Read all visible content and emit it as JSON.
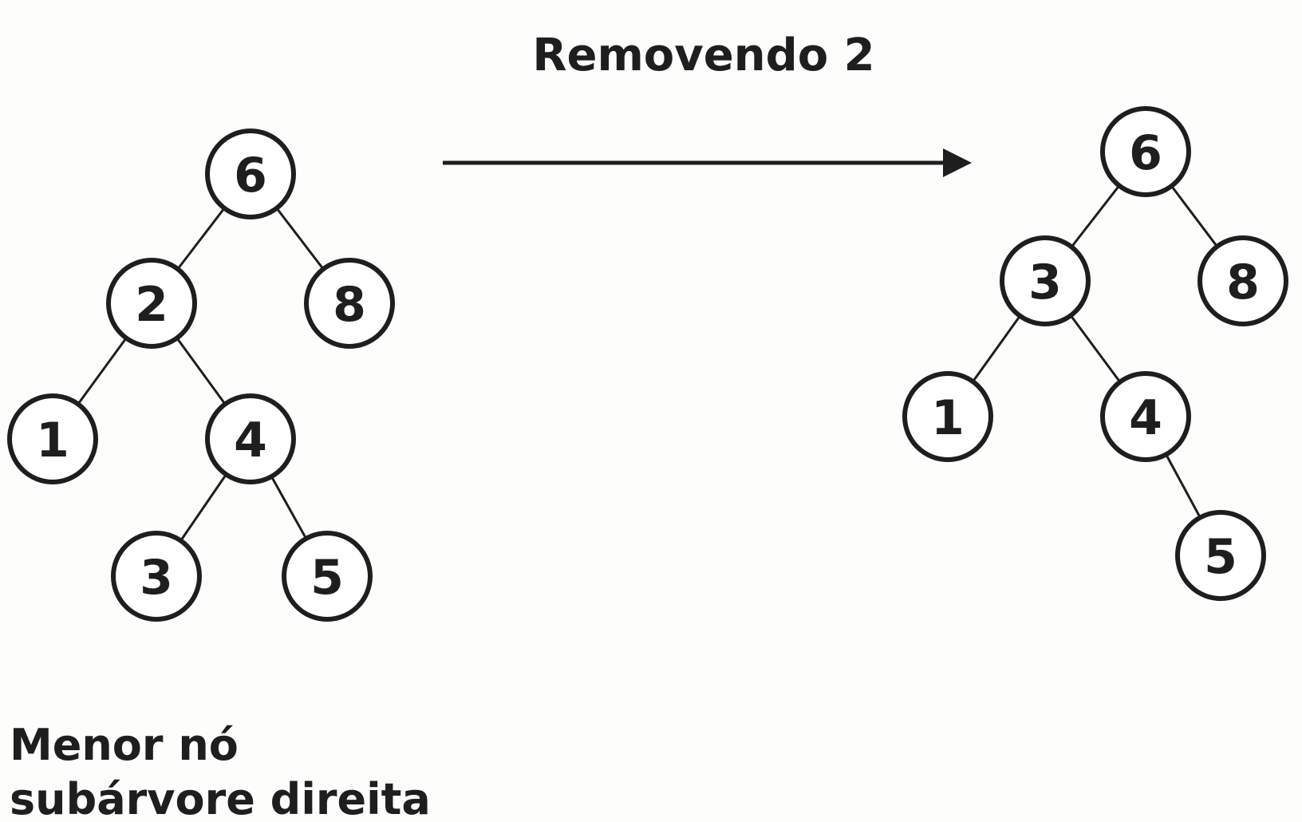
{
  "title": "Removendo 2",
  "caption": {
    "line1": "Menor nó",
    "line2": "subárvore direita"
  },
  "tree_before": {
    "nodes": {
      "n6": "6",
      "n2": "2",
      "n8": "8",
      "n1": "1",
      "n4": "4",
      "n3": "3",
      "n5": "5"
    },
    "edges": [
      [
        "n6",
        "n2"
      ],
      [
        "n6",
        "n8"
      ],
      [
        "n2",
        "n1"
      ],
      [
        "n2",
        "n4"
      ],
      [
        "n4",
        "n3"
      ],
      [
        "n4",
        "n5"
      ]
    ]
  },
  "tree_after": {
    "nodes": {
      "n6": "6",
      "n3": "3",
      "n8": "8",
      "n1": "1",
      "n4": "4",
      "n5": "5"
    },
    "edges": [
      [
        "n6",
        "n3"
      ],
      [
        "n6",
        "n8"
      ],
      [
        "n3",
        "n1"
      ],
      [
        "n3",
        "n4"
      ],
      [
        "n4",
        "n5"
      ]
    ]
  }
}
